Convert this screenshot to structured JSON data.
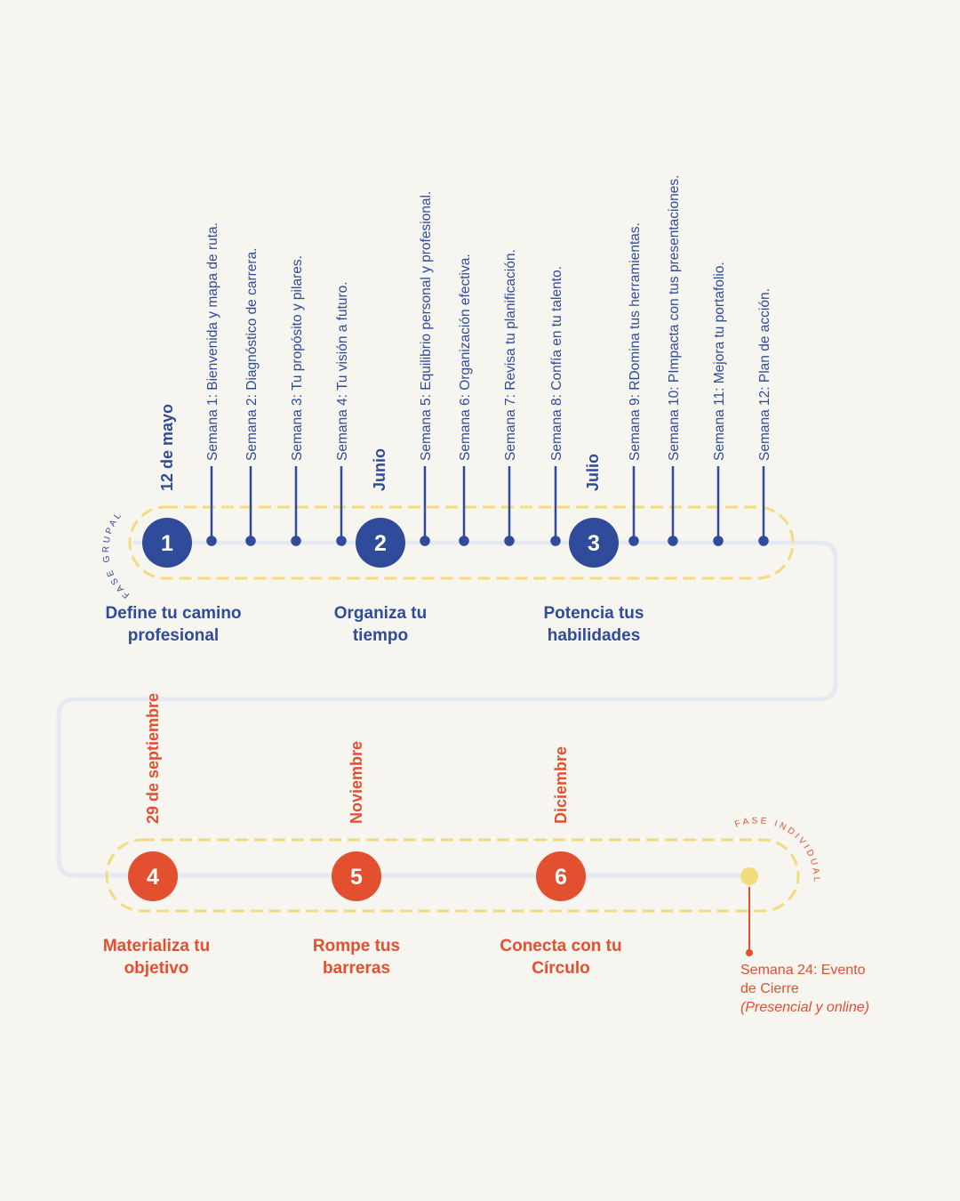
{
  "colors": {
    "background": "#f6f5f0",
    "blue": "#2f4b9a",
    "red": "#e2502f",
    "yellow": "#f3dc7e",
    "track": "#e6e9f1"
  },
  "fase_grupal": {
    "arc_label": "FASE GRUPAL",
    "start_date": "12 de mayo",
    "months": [
      "Junio",
      "Julio"
    ],
    "steps": [
      {
        "number": "1",
        "title_line1": "Define tu camino",
        "title_line2": "profesional"
      },
      {
        "number": "2",
        "title_line1": "Organiza tu",
        "title_line2": "tiempo"
      },
      {
        "number": "3",
        "title_line1": "Potencia tus",
        "title_line2": "habilidades"
      }
    ],
    "weeks": [
      "Semana 1: Bienvenida y mapa de ruta.",
      "Semana 2: Diagnóstico de carrera.",
      "Semana 3: Tu propósito y pilares.",
      "Semana 4: Tu visión a futuro.",
      "Semana 5: Equilibrio personal y profesional.",
      "Semana 6: Organización efectiva.",
      "Semana 7: Revisa tu planificación.",
      "Semana 8: Confía en tu talento.",
      "Semana 9: RDomina tus herramientas.",
      "Semana 10: PImpacta con tus presentaciones.",
      "Semana 11: Mejora tu portafolio.",
      "Semana 12: Plan de acción."
    ]
  },
  "fase_individual": {
    "arc_label": "FASE INDIVIDUAL",
    "start_date": "29 de septiembre",
    "months": [
      "Noviembre",
      "Diciembre"
    ],
    "steps": [
      {
        "number": "4",
        "title_line1": "Materializa tu",
        "title_line2": "objetivo"
      },
      {
        "number": "5",
        "title_line1": "Rompe tus",
        "title_line2": "barreras"
      },
      {
        "number": "6",
        "title_line1": "Conecta con tu",
        "title_line2": "Círculo"
      }
    ],
    "closing_event": {
      "line1": "Semana 24: Evento",
      "line2": "de Cierre",
      "note": "(Presencial y online)"
    }
  }
}
